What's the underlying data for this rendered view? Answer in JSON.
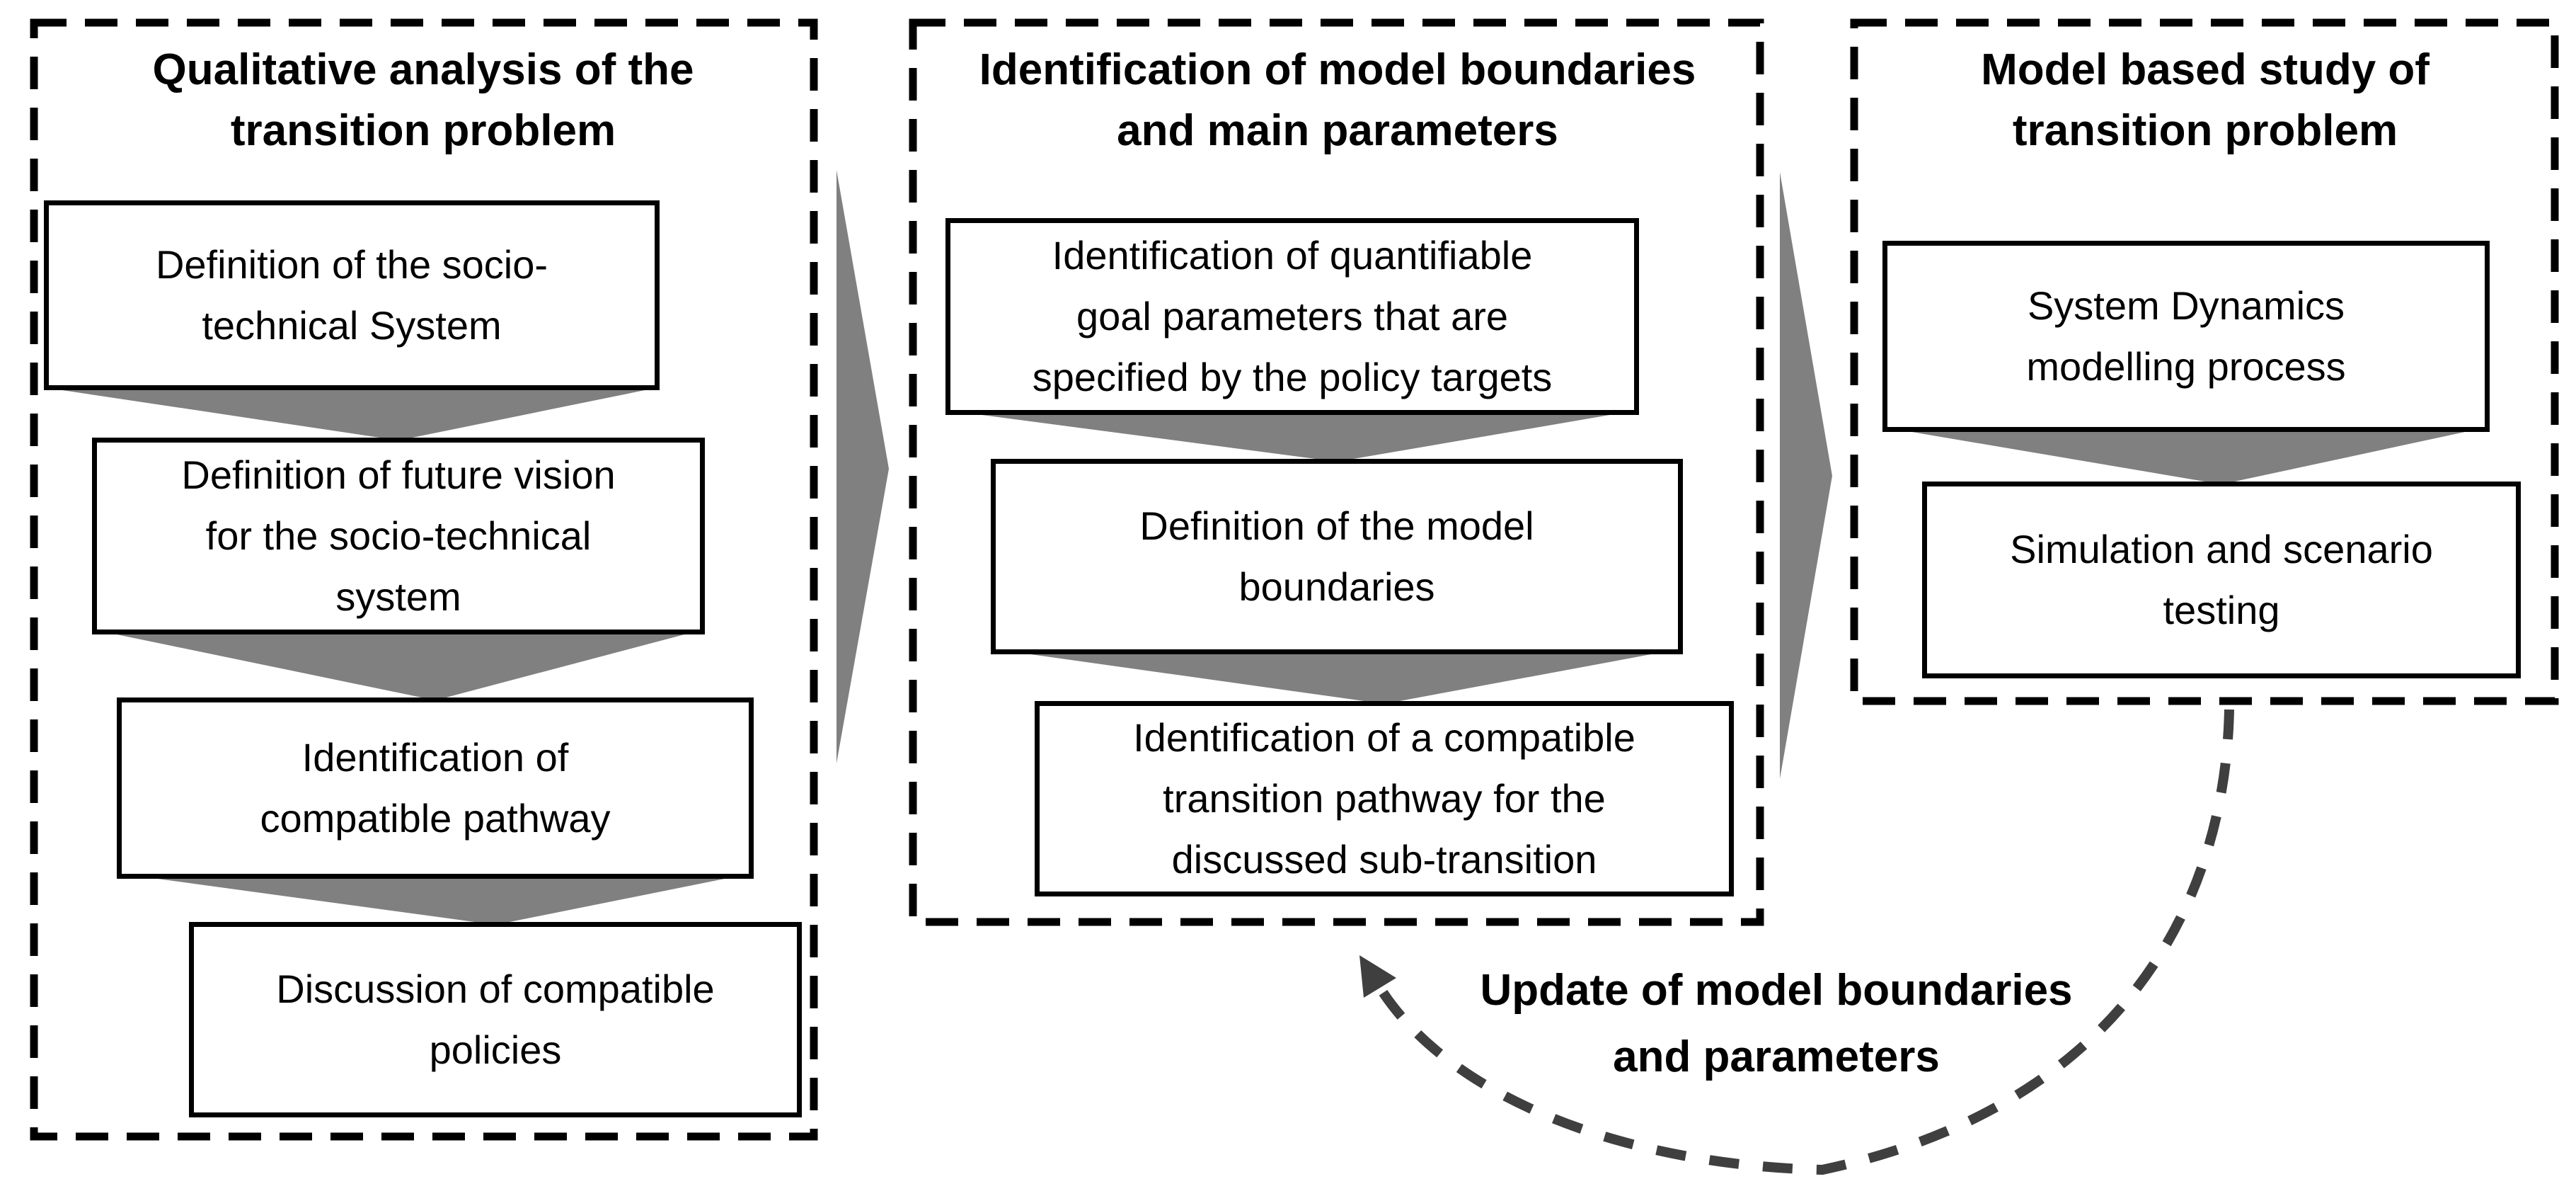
{
  "diagram": {
    "panels": [
      {
        "title": [
          "Qualitative analysis of the",
          "transition problem"
        ],
        "boxes": [
          [
            "Definition of the socio-",
            "technical System"
          ],
          [
            "Definition of future vision",
            "for the socio-technical",
            "system"
          ],
          [
            "Identification of",
            "compatible pathway"
          ],
          [
            "Discussion of compatible",
            "policies"
          ]
        ]
      },
      {
        "title": [
          "Identification of model boundaries",
          "and main parameters"
        ],
        "boxes": [
          [
            "Identification of quantifiable",
            "goal parameters that are",
            "specified by the policy targets"
          ],
          [
            "Definition of the model",
            "boundaries"
          ],
          [
            "Identification of a compatible",
            "transition pathway for the",
            "discussed sub-transition"
          ]
        ]
      },
      {
        "title": [
          "Model based study of",
          "transition problem"
        ],
        "boxes": [
          [
            "System Dynamics",
            "modelling process"
          ],
          [
            "Simulation and scenario",
            "testing"
          ]
        ]
      }
    ],
    "feedback_label": [
      "Update of model boundaries",
      "and parameters"
    ],
    "colors": {
      "arrow_gray": "#808080",
      "panel_border": "#000000",
      "box_border": "#000000",
      "feedback_arrow": "#3f3f3f",
      "background": "#ffffff",
      "text": "#000000"
    }
  }
}
